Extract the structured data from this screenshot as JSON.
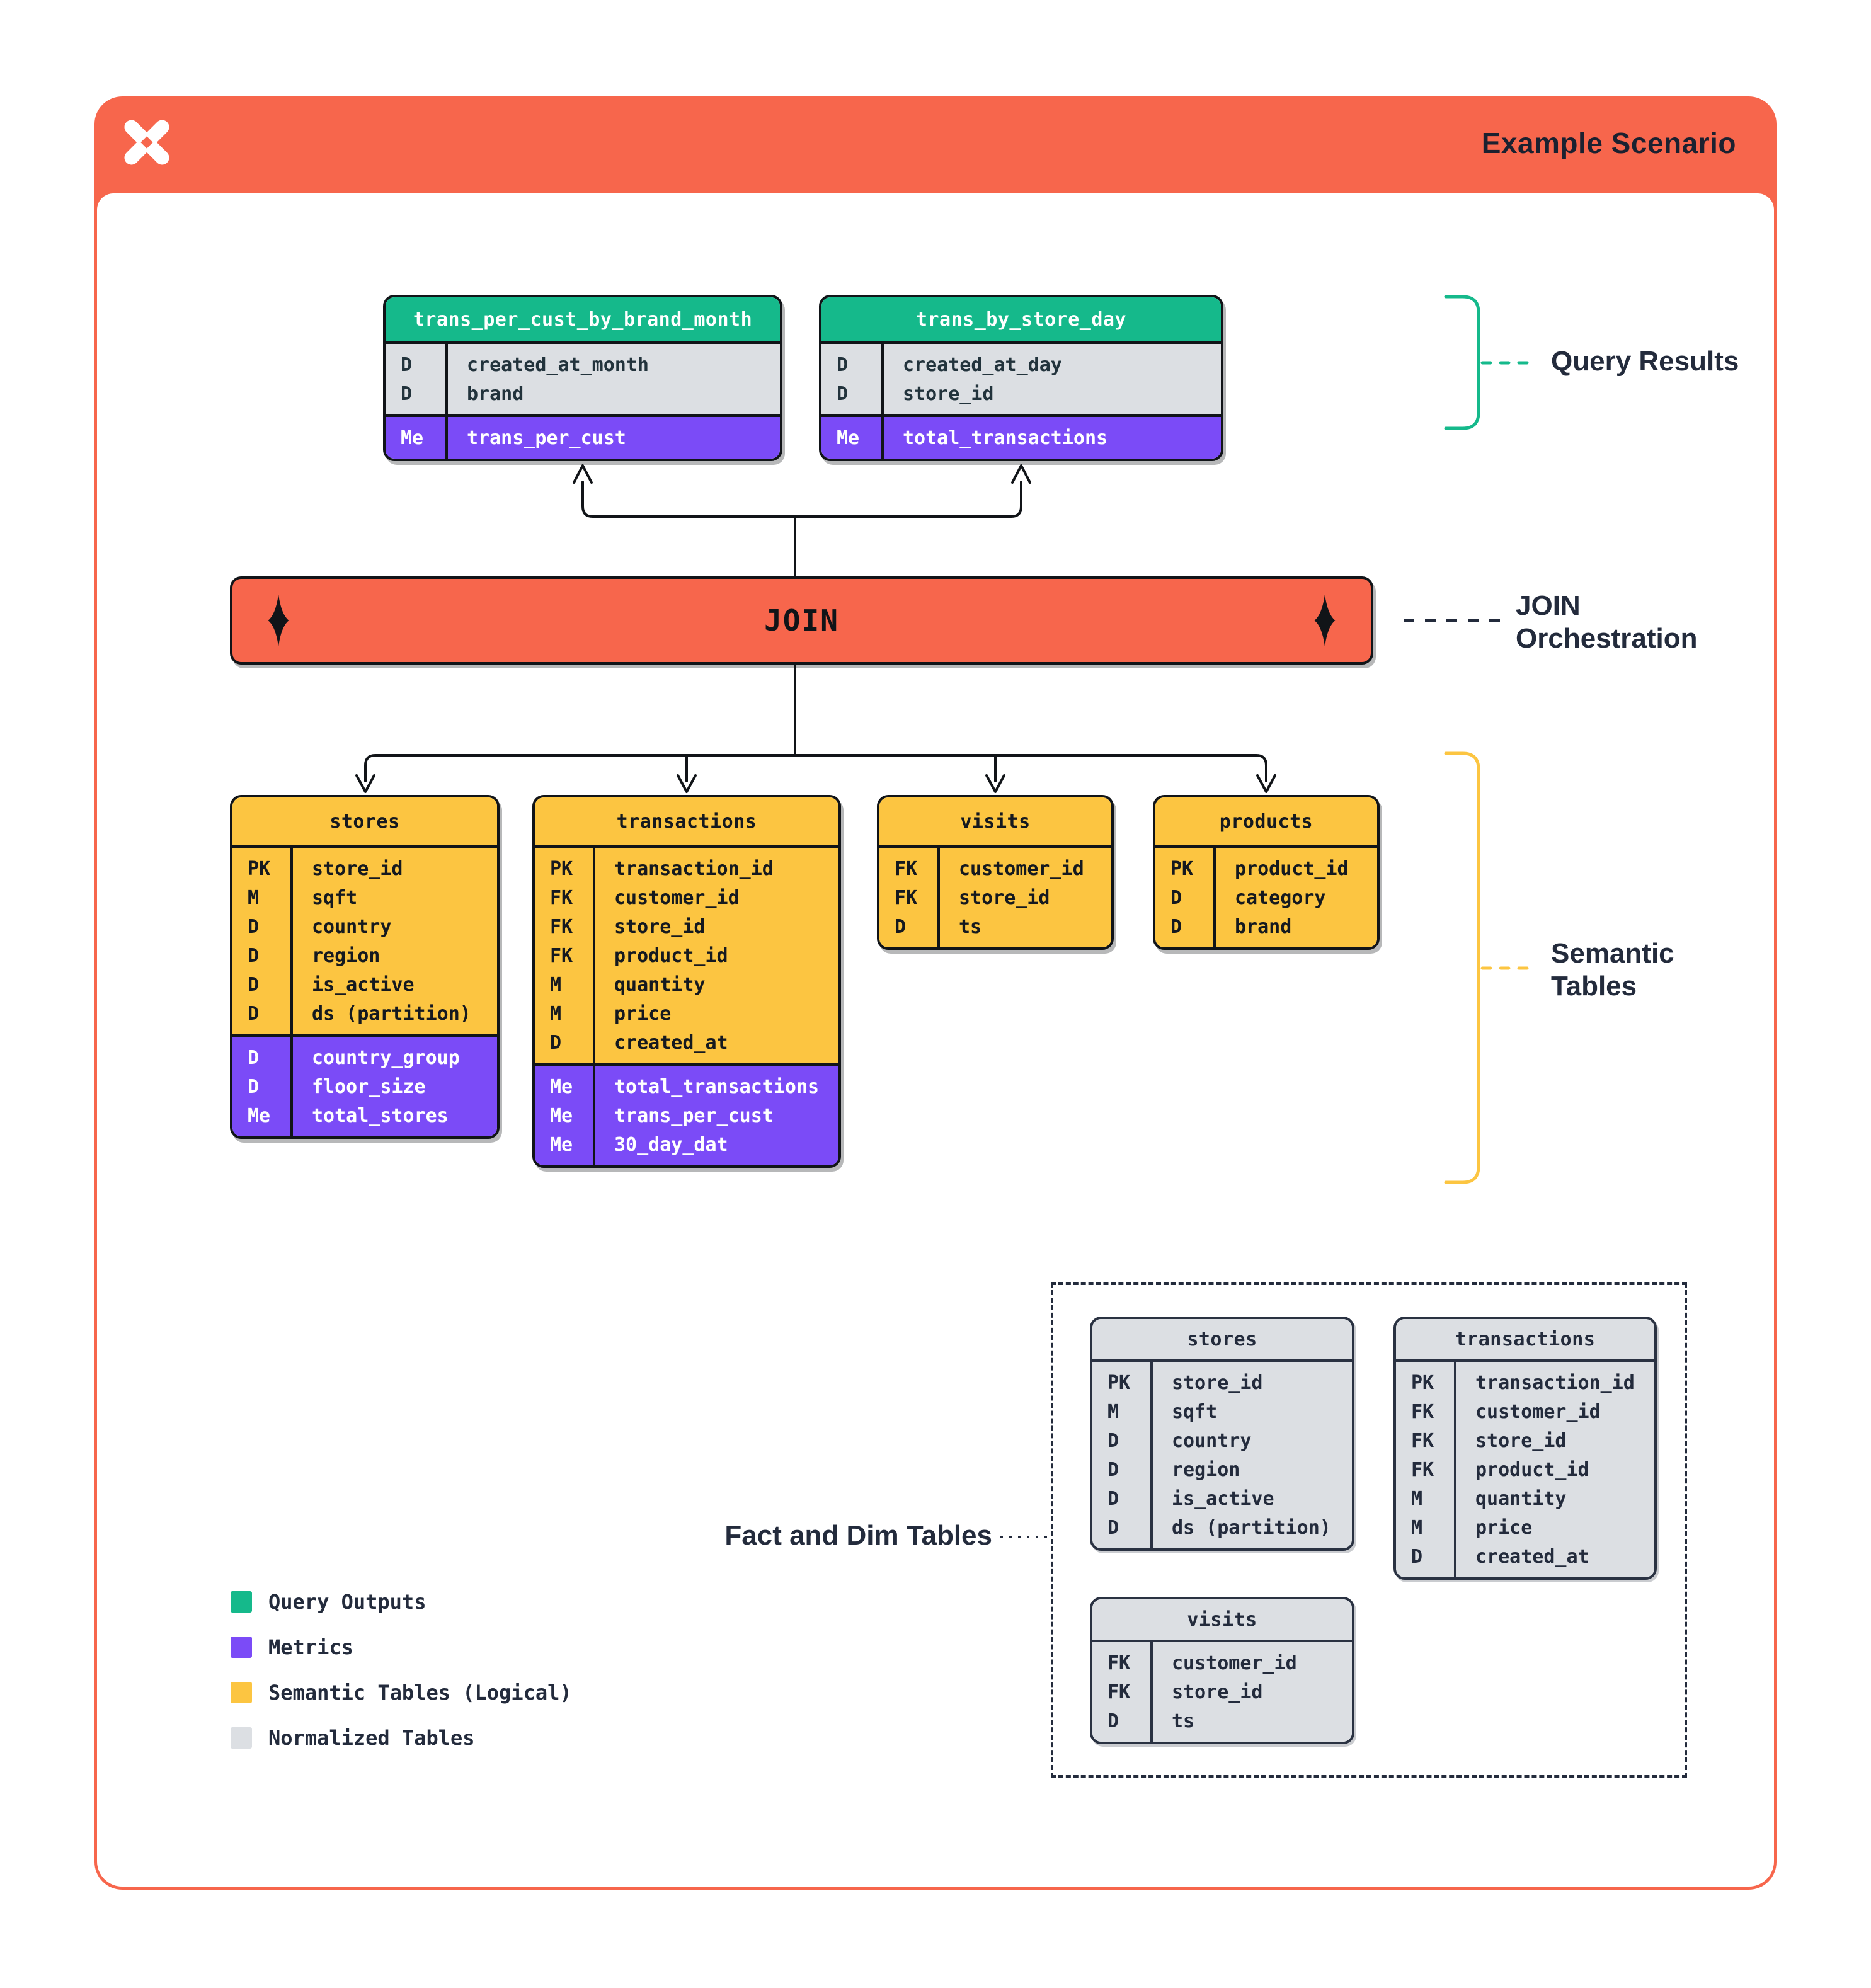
{
  "header": {
    "title": "Example Scenario"
  },
  "join": {
    "label": "JOIN"
  },
  "annotations": {
    "query_results": "Query Results",
    "join_orchestration": "JOIN Orchestration",
    "semantic_tables": "Semantic Tables",
    "fact_and_dim": "Fact and Dim Tables"
  },
  "query_tables": [
    {
      "name": "trans_per_cust_by_brand_month",
      "sections": [
        {
          "style": "plain",
          "rows": [
            {
              "key": "D",
              "name": "created_at_month"
            },
            {
              "key": "D",
              "name": "brand"
            }
          ]
        },
        {
          "style": "metric",
          "rows": [
            {
              "key": "Me",
              "name": "trans_per_cust"
            }
          ]
        }
      ]
    },
    {
      "name": "trans_by_store_day",
      "sections": [
        {
          "style": "plain",
          "rows": [
            {
              "key": "D",
              "name": "created_at_day"
            },
            {
              "key": "D",
              "name": "store_id"
            }
          ]
        },
        {
          "style": "metric",
          "rows": [
            {
              "key": "Me",
              "name": "total_transactions"
            }
          ]
        }
      ]
    }
  ],
  "semantic_tables": [
    {
      "name": "stores",
      "sections": [
        {
          "style": "plain",
          "rows": [
            {
              "key": "PK",
              "name": "store_id"
            },
            {
              "key": "M",
              "name": "sqft"
            },
            {
              "key": "D",
              "name": "country"
            },
            {
              "key": "D",
              "name": "region"
            },
            {
              "key": "D",
              "name": "is_active"
            },
            {
              "key": "D",
              "name": "ds (partition)"
            }
          ]
        },
        {
          "style": "metric",
          "rows": [
            {
              "key": "D",
              "name": "country_group"
            },
            {
              "key": "D",
              "name": "floor_size"
            },
            {
              "key": "Me",
              "name": "total_stores"
            }
          ]
        }
      ]
    },
    {
      "name": "transactions",
      "sections": [
        {
          "style": "plain",
          "rows": [
            {
              "key": "PK",
              "name": "transaction_id"
            },
            {
              "key": "FK",
              "name": "customer_id"
            },
            {
              "key": "FK",
              "name": "store_id"
            },
            {
              "key": "FK",
              "name": "product_id"
            },
            {
              "key": "M",
              "name": "quantity"
            },
            {
              "key": "M",
              "name": "price"
            },
            {
              "key": "D",
              "name": "created_at"
            }
          ]
        },
        {
          "style": "metric",
          "rows": [
            {
              "key": "Me",
              "name": "total_transactions"
            },
            {
              "key": "Me",
              "name": "trans_per_cust"
            },
            {
              "key": "Me",
              "name": "30_day_dat"
            }
          ]
        }
      ]
    },
    {
      "name": "visits",
      "sections": [
        {
          "style": "plain",
          "rows": [
            {
              "key": "FK",
              "name": "customer_id"
            },
            {
              "key": "FK",
              "name": "store_id"
            },
            {
              "key": "D",
              "name": "ts"
            }
          ]
        }
      ]
    },
    {
      "name": "products",
      "sections": [
        {
          "style": "plain",
          "rows": [
            {
              "key": "PK",
              "name": "product_id"
            },
            {
              "key": "D",
              "name": "category"
            },
            {
              "key": "D",
              "name": "brand"
            }
          ]
        }
      ]
    }
  ],
  "normalized_tables": [
    {
      "name": "stores",
      "sections": [
        {
          "style": "plain",
          "rows": [
            {
              "key": "PK",
              "name": "store_id"
            },
            {
              "key": "M",
              "name": "sqft"
            },
            {
              "key": "D",
              "name": "country"
            },
            {
              "key": "D",
              "name": "region"
            },
            {
              "key": "D",
              "name": "is_active"
            },
            {
              "key": "D",
              "name": "ds (partition)"
            }
          ]
        }
      ]
    },
    {
      "name": "transactions",
      "sections": [
        {
          "style": "plain",
          "rows": [
            {
              "key": "PK",
              "name": "transaction_id"
            },
            {
              "key": "FK",
              "name": "customer_id"
            },
            {
              "key": "FK",
              "name": "store_id"
            },
            {
              "key": "FK",
              "name": "product_id"
            },
            {
              "key": "M",
              "name": "quantity"
            },
            {
              "key": "M",
              "name": "price"
            },
            {
              "key": "D",
              "name": "created_at"
            }
          ]
        }
      ]
    },
    {
      "name": "visits",
      "sections": [
        {
          "style": "plain",
          "rows": [
            {
              "key": "FK",
              "name": "customer_id"
            },
            {
              "key": "FK",
              "name": "store_id"
            },
            {
              "key": "D",
              "name": "ts"
            }
          ]
        }
      ]
    }
  ],
  "legend": {
    "items": [
      {
        "color": "#15B98B",
        "label": "Query Outputs"
      },
      {
        "color": "#7B4BF7",
        "label": "Metrics"
      },
      {
        "color": "#FCC541",
        "label": "Semantic Tables (Logical)"
      },
      {
        "color": "#DCDFE3",
        "label": "Normalized Tables"
      }
    ]
  },
  "colors": {
    "orange": "#F7664C",
    "green": "#15B98B",
    "purple": "#7B4BF7",
    "yellow": "#FCC541",
    "gray": "#DCDFE3",
    "ink": "#232B3C"
  }
}
